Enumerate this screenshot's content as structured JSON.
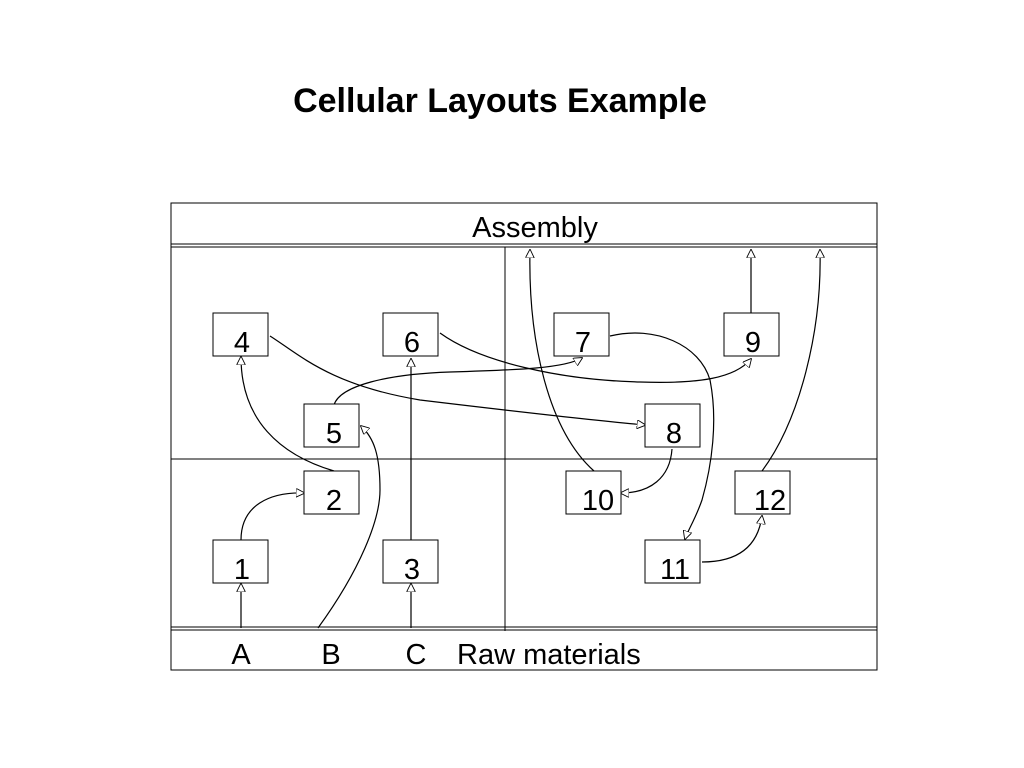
{
  "title": "Cellular Layouts Example",
  "assembly_label": "Assembly",
  "raw_materials_label": "Raw materials",
  "inputs": [
    "A",
    "B",
    "C"
  ],
  "machines": [
    "1",
    "2",
    "3",
    "4",
    "5",
    "6",
    "7",
    "8",
    "9",
    "10",
    "11",
    "12"
  ]
}
